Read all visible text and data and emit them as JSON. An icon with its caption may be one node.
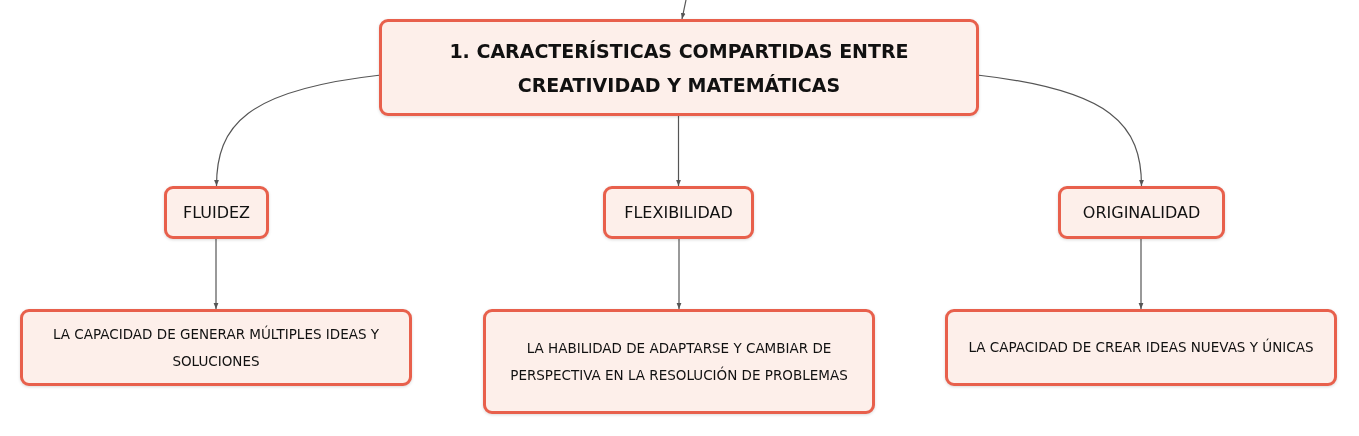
{
  "diagram": {
    "nodes": [
      {
        "text": [
          "1. CARACTERÍSTICAS COMPARTIDAS ENTRE CREATIVIDAD Y MATEMÁTICAS"
        ]
      },
      {
        "text": [
          "FLUIDEZ"
        ]
      },
      {
        "text": [
          "FLEXIBILIDAD"
        ]
      },
      {
        "text": [
          "ORIGINALIDAD"
        ]
      },
      {
        "text": [
          "LA CAPACIDAD DE GENERAR MÚLTIPLES IDEAS Y SOLUCIONES"
        ]
      },
      {
        "text": [
          "LA HABILIDAD DE ADAPTARSE Y CAMBIAR DE PERSPECTIVA EN LA RESOLUCIÓN DE PROBLEMAS"
        ]
      },
      {
        "text": [
          "LA CAPACIDAD DE CREAR IDEAS NUEVAS Y ÚNICAS"
        ]
      }
    ],
    "edges": [
      {
        "from": null,
        "to": 0,
        "arrow": "to"
      },
      {
        "from": 0,
        "to": 1,
        "arrow": "to"
      },
      {
        "from": 0,
        "to": 2,
        "arrow": "to"
      },
      {
        "from": 0,
        "to": 3,
        "arrow": "to"
      },
      {
        "from": 1,
        "to": 4,
        "arrow": "to"
      },
      {
        "from": 2,
        "to": 5,
        "arrow": "to"
      },
      {
        "from": 3,
        "to": 6,
        "arrow": "to"
      }
    ]
  }
}
